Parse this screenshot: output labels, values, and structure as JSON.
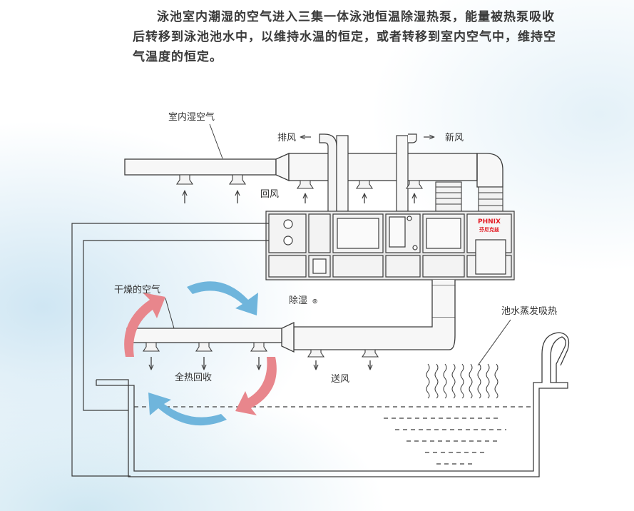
{
  "intro": "泳池室内潮湿的空气进入三集一体泳池恒温除湿热泵，能量被热泵吸收后转移到泳池池水中，以维持水温的恒定，或者转移到室内空气中，维持空气温度的恒定。",
  "labels": {
    "indoor_humid_air": "室内湿空气",
    "exhaust": "排风",
    "fresh_air": "新风",
    "return_air": "回风",
    "dry_air": "干燥的空气",
    "dehumidify": "除湿",
    "heat_recovery": "全热回收",
    "supply_air": "送风",
    "pool_evaporation": "池水蒸发吸热"
  },
  "brand": {
    "name": "PHNIX",
    "sub": "芬尼克兹"
  },
  "colors": {
    "blue_arrow": "#6fb5dc",
    "red_arrow": "#e8868c",
    "line": "#3c3c3c",
    "brand": "#e31c25"
  }
}
